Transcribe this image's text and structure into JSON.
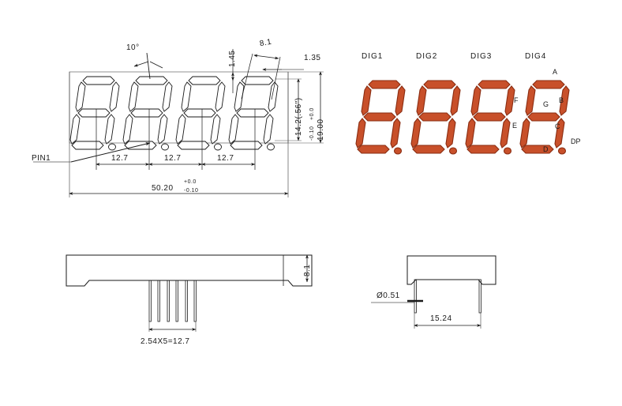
{
  "drawing": {
    "title": "7-segment 4-digit LED display outline drawing",
    "colors": {
      "line": "#1a1a1a",
      "thin_line": "#555555",
      "segment_fill": "#c8502a",
      "segment_stroke": "#8a2d12",
      "background": "#ffffff"
    }
  },
  "top_view": {
    "angle_note": "10°",
    "dim_1_45": "1.45",
    "dim_8_1": "8.1",
    "dim_1_35": "1.35",
    "digit_height": "14.2(.56\")",
    "body_height": "19.00",
    "body_height_tol_upper": "+0.0",
    "body_height_tol_lower": "-0.10",
    "pitch_1": "12.7",
    "pitch_2": "12.7",
    "pitch_3": "12.7",
    "overall_width": "50.20",
    "overall_width_tol_upper": "+0.0",
    "overall_width_tol_lower": "-0.10",
    "pin1_label": "PIN1"
  },
  "segment_view": {
    "digits": [
      {
        "label": "DIG1"
      },
      {
        "label": "DIG2"
      },
      {
        "label": "DIG3"
      },
      {
        "label": "DIG4"
      }
    ],
    "segment_labels": {
      "a": "A",
      "b": "B",
      "c": "C",
      "d": "D",
      "e": "E",
      "f": "F",
      "g": "G",
      "dp": "DP"
    }
  },
  "side_view": {
    "thickness": "8.1",
    "pin_pitch": "2.54X5=12.7"
  },
  "end_view": {
    "pin_diameter": "Ø0.51",
    "pin_span": "15.24"
  }
}
